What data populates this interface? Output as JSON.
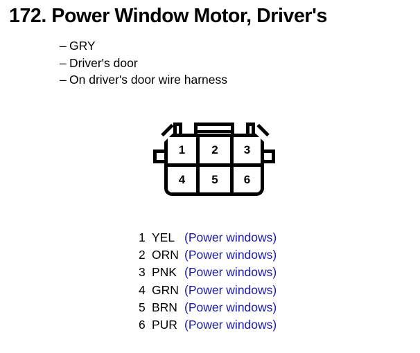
{
  "header": {
    "number": "172.",
    "title": "172. Power Window Motor, Driver's"
  },
  "attributes": {
    "dash": "–",
    "items": [
      {
        "text": "GRY"
      },
      {
        "text": "Driver's door"
      },
      {
        "text": "On driver's door wire harness"
      }
    ]
  },
  "connector": {
    "name": "6-pin connector face view",
    "rows": [
      {
        "cells": [
          "1",
          "2",
          "3"
        ]
      },
      {
        "cells": [
          "4",
          "5",
          "6"
        ]
      }
    ]
  },
  "legend": {
    "description_color": "#1a1aaa",
    "rows": [
      {
        "pin": "1",
        "code": "YEL",
        "desc": "(Power windows)"
      },
      {
        "pin": "2",
        "code": "ORN",
        "desc": "(Power windows)"
      },
      {
        "pin": "3",
        "code": "PNK",
        "desc": "(Power windows)"
      },
      {
        "pin": "4",
        "code": "GRN",
        "desc": "(Power windows)"
      },
      {
        "pin": "5",
        "code": "BRN",
        "desc": "(Power windows)"
      },
      {
        "pin": "6",
        "code": "PUR",
        "desc": "(Power windows)"
      }
    ]
  },
  "colors": {
    "background": "#ffffff",
    "ink": "#000000",
    "accent_blue": "#1a1aaa"
  }
}
